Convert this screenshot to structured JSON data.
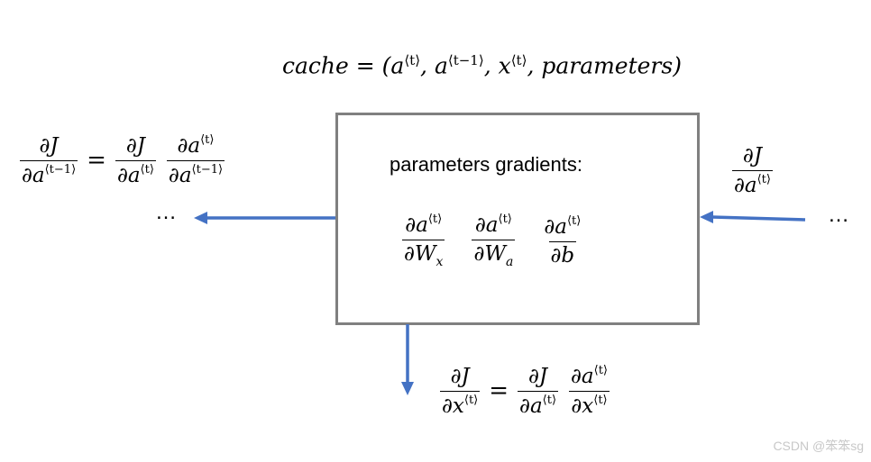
{
  "cache_formula": {
    "lhs": "cache = (a",
    "s1": "⟨t⟩",
    "m1": ", a",
    "s2": "⟨t−1⟩",
    "m2": ", x",
    "s3": "⟨t⟩",
    "end": ", parameters)"
  },
  "box": {
    "title": "parameters gradients:",
    "gradients": [
      {
        "num": {
          "base": "∂a",
          "sup": "⟨t⟩"
        },
        "den": {
          "base": "∂W",
          "sub": "x"
        }
      },
      {
        "num": {
          "base": "∂a",
          "sup": "⟨t⟩"
        },
        "den": {
          "base": "∂W",
          "sub": "a"
        }
      },
      {
        "num": {
          "base": "∂a",
          "sup": "⟨t⟩"
        },
        "den": {
          "base": "∂b"
        }
      }
    ]
  },
  "left_equation": {
    "lhs": {
      "num": {
        "base": "∂J"
      },
      "den": {
        "base": "∂a",
        "sup": "⟨t−1⟩"
      }
    },
    "equals": "=",
    "t1": {
      "num": {
        "base": "∂J"
      },
      "den": {
        "base": "∂a",
        "sup": "⟨t⟩"
      }
    },
    "t2": {
      "num": {
        "base": "∂a",
        "sup": "⟨t⟩"
      },
      "den": {
        "base": "∂a",
        "sup": "⟨t−1⟩"
      }
    }
  },
  "left_dots": "…",
  "right_input": {
    "num": {
      "base": "∂J"
    },
    "den": {
      "base": "∂a",
      "sup": "⟨t⟩"
    }
  },
  "right_dots": "…",
  "bottom_equation": {
    "lhs": {
      "num": {
        "base": "∂J"
      },
      "den": {
        "base": "∂x",
        "sup": "⟨t⟩"
      }
    },
    "equals": "=",
    "t1": {
      "num": {
        "base": "∂J"
      },
      "den": {
        "base": "∂a",
        "sup": "⟨t⟩"
      }
    },
    "t2": {
      "num": {
        "base": "∂a",
        "sup": "⟨t⟩"
      },
      "den": {
        "base": "∂x",
        "sup": "⟨t⟩"
      }
    }
  },
  "watermark": "CSDN @笨笨sg",
  "colors": {
    "arrow": "#4472C4",
    "box_border": "#808080"
  }
}
